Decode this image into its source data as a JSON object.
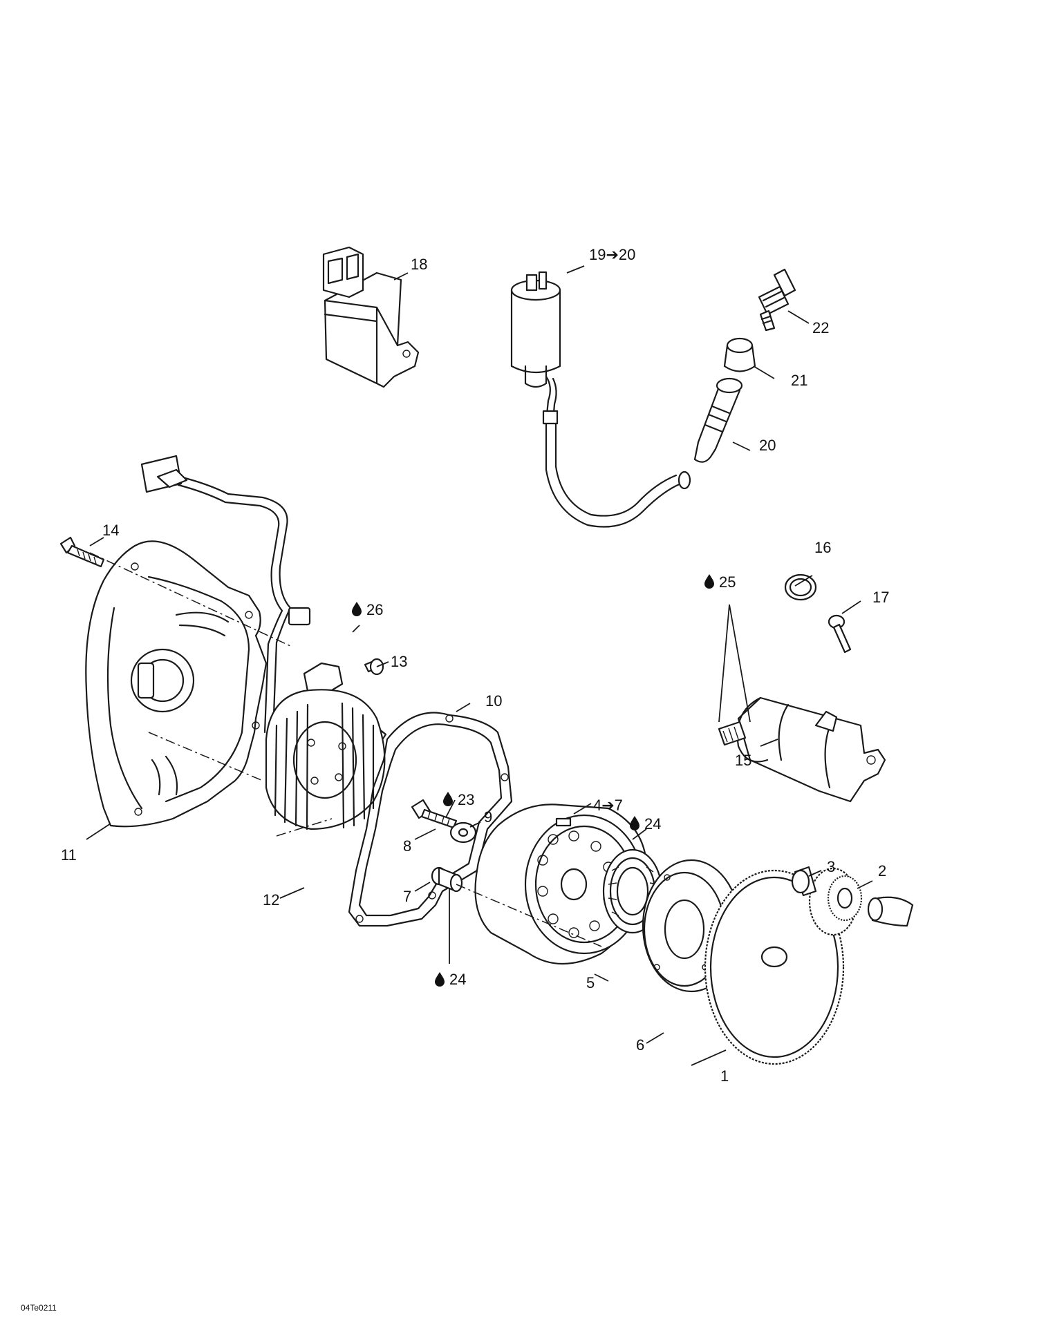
{
  "figure_code": "04Te0211",
  "callouts": {
    "c1": "1",
    "c2": "2",
    "c3": "3",
    "c4": "4➔7",
    "c5": "5",
    "c6": "6",
    "c7": "7",
    "c8": "8",
    "c9": "9",
    "c10": "10",
    "c11": "11",
    "c12": "12",
    "c13": "13",
    "c14": "14",
    "c15": "15",
    "c16": "16",
    "c17": "17",
    "c18": "18",
    "c19": "19➔20",
    "c20": "20",
    "c21": "21",
    "c22": "22",
    "c23": "23",
    "c24a": "24",
    "c24b": "24",
    "c25": "25",
    "c26": "26"
  },
  "icons": [
    "liquid-drop-icon",
    "arrow-right-icon"
  ]
}
